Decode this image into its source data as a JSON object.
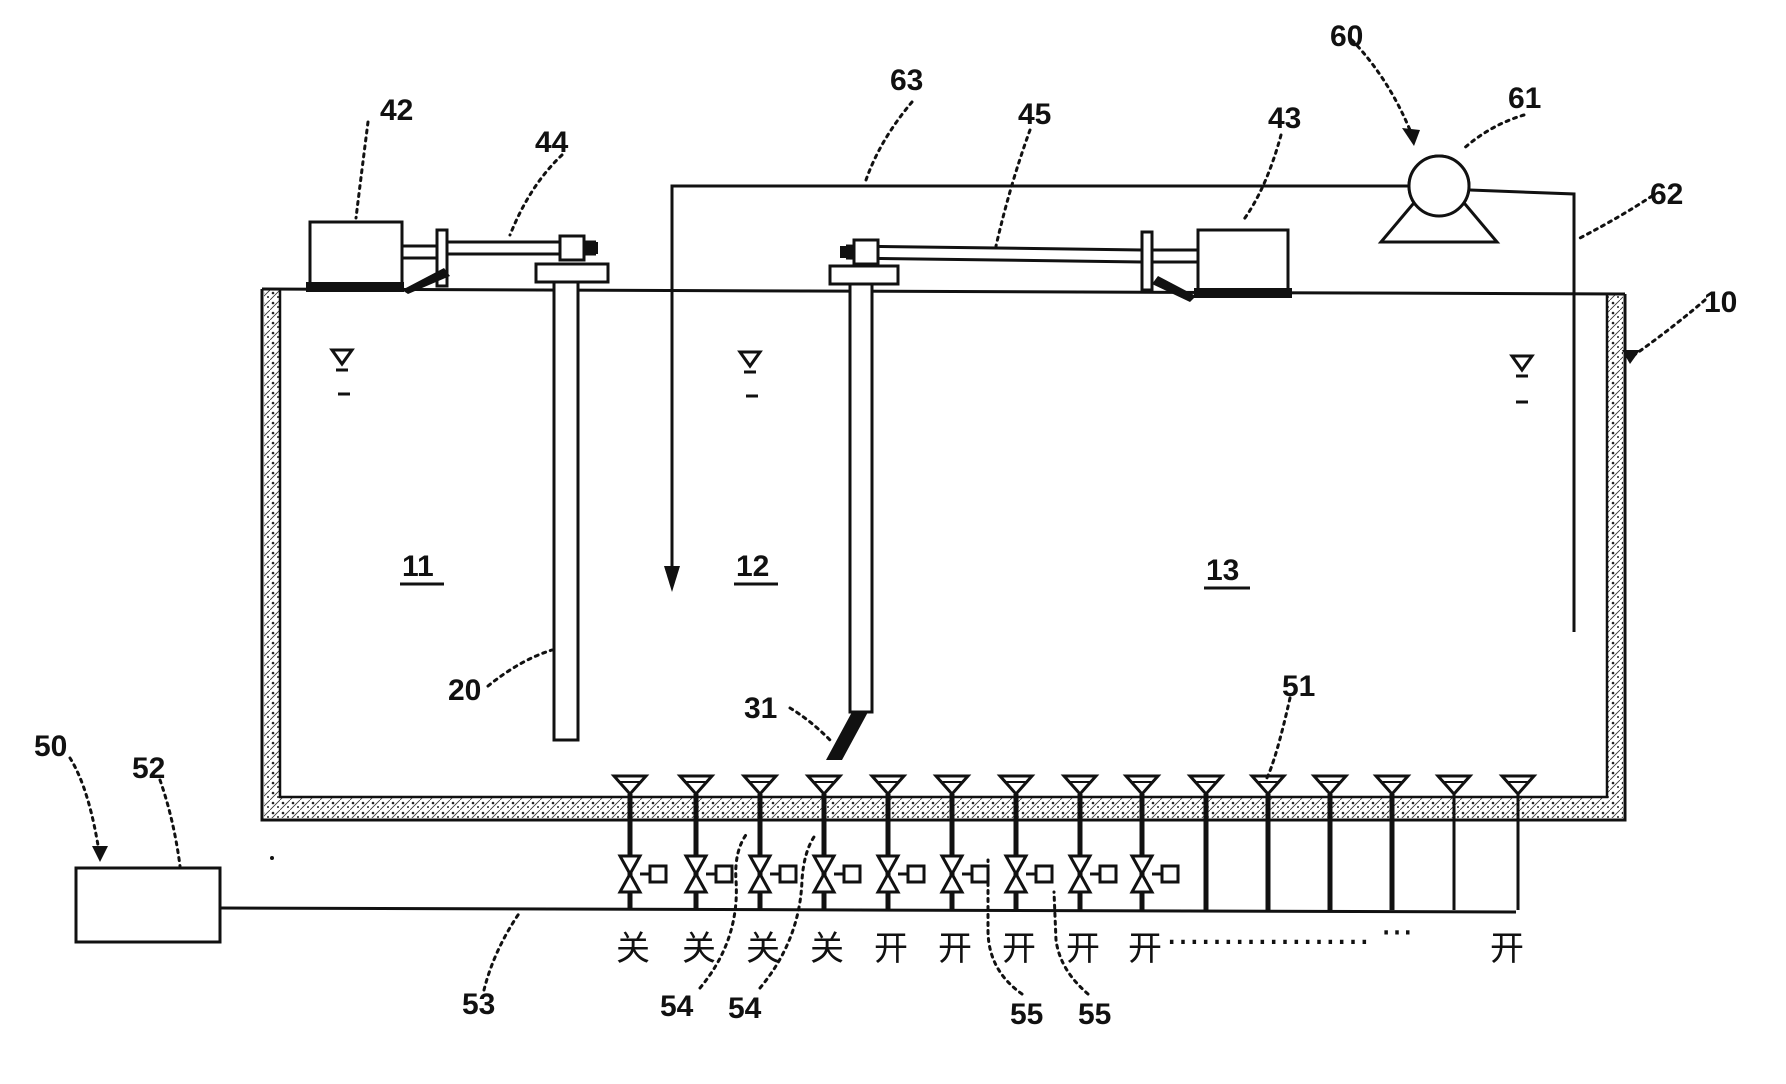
{
  "reference_numerals": {
    "tank": "10",
    "zone_first": "11",
    "zone_second": "12",
    "zone_third": "13",
    "partition_first": "20",
    "partition_second": "31",
    "actuator_left": "42",
    "actuator_right": "43",
    "rod_left": "44",
    "rod_right": "45",
    "aeration_system": "50",
    "blower": "52",
    "diffuser": "51",
    "supply_main": "53",
    "branch_pipe": "54",
    "valve": "55",
    "return_system": "60",
    "pump": "61",
    "suction_pipe": "62",
    "return_pipe": "63"
  },
  "valve_states": [
    "关",
    "关",
    "关",
    "关",
    "开",
    "开",
    "开",
    "开",
    "开"
  ],
  "valve_state_last": "开",
  "ellipsis": "……………… ···",
  "colors": {
    "ink": "#111111",
    "background": "#ffffff"
  },
  "icons": [
    "water-level-icon",
    "pump-icon",
    "valve-icon",
    "diffuser-icon",
    "actuator-icon"
  ]
}
